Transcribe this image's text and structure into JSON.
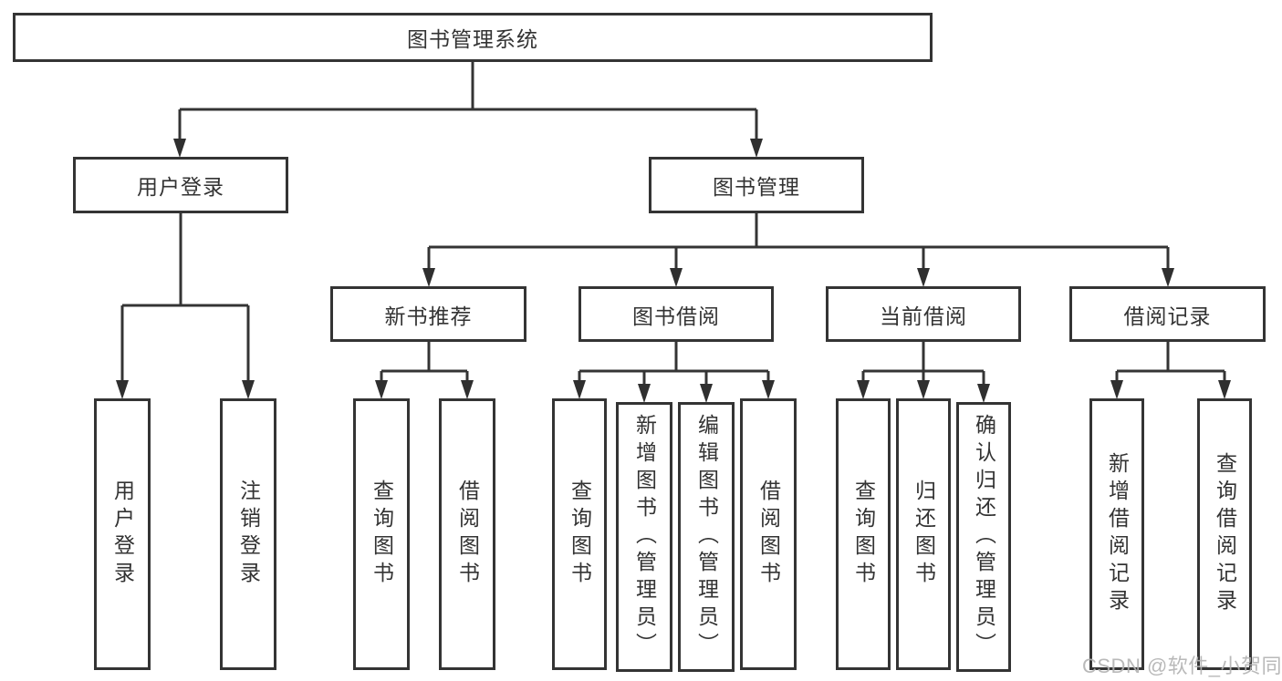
{
  "diagram": {
    "type": "tree",
    "title": "图书管理系统",
    "hierarchy": {
      "图书管理系统": {
        "用户登录": [
          "用户登录",
          "注销登录"
        ],
        "图书管理": {
          "新书推荐": [
            "查询图书",
            "借阅图书"
          ],
          "图书借阅": [
            "查询图书",
            "新增图书（管理员）",
            "编辑图书（管理员）",
            "借阅图书"
          ],
          "当前借阅": [
            "查询图书",
            "归还图书",
            "确认归还（管理员）"
          ],
          "借阅记录": [
            "新增借阅记录",
            "查询借阅记录"
          ]
        }
      }
    }
  },
  "nodes": {
    "root": {
      "label": "图书管理系统"
    },
    "user_login": {
      "label": "用户登录"
    },
    "book_mgmt": {
      "label": "图书管理"
    },
    "new_book": {
      "label": "新书推荐"
    },
    "borrowing": {
      "label": "图书借阅"
    },
    "current": {
      "label": "当前借阅"
    },
    "records": {
      "label": "借阅记录"
    },
    "ul_login": {
      "label": "用户登录"
    },
    "ul_logout": {
      "label": "注销登录"
    },
    "nb_query": {
      "label": "查询图书"
    },
    "nb_borrow": {
      "label": "借阅图书"
    },
    "bw_query": {
      "label": "查询图书"
    },
    "bw_add": {
      "label": "新增图书（管理员）"
    },
    "bw_edit": {
      "label": "编辑图书（管理员）"
    },
    "bw_borrow": {
      "label": "借阅图书"
    },
    "cur_query": {
      "label": "查询图书"
    },
    "cur_return": {
      "label": "归还图书"
    },
    "cur_confirm": {
      "label": "确认归还（管理员）"
    },
    "rec_add": {
      "label": "新增借阅记录"
    },
    "rec_query": {
      "label": "查询借阅记录"
    }
  },
  "watermark": "CSDN @软件_小贺同学",
  "colors": {
    "line": "#343434",
    "arrow": "#2f2f2f",
    "box_border": "#343434",
    "box_fill": "#ffffff",
    "text": "#333333",
    "watermark": "#b2b2b2",
    "background": "#ffffff"
  }
}
